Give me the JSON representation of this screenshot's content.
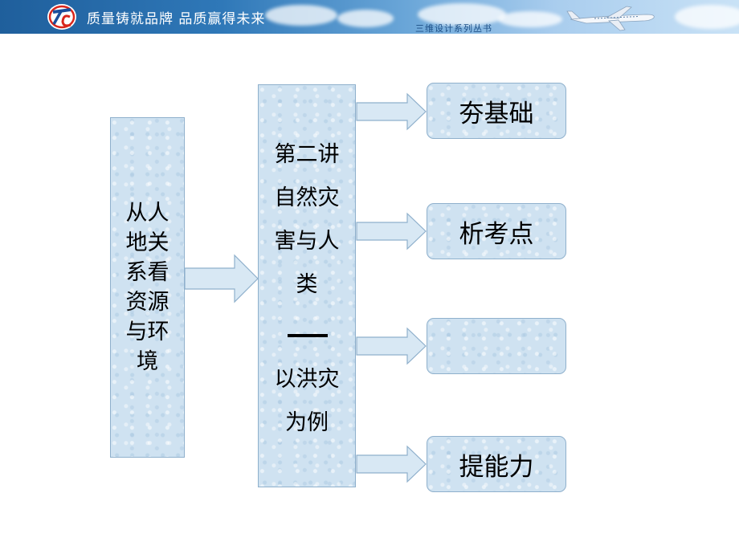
{
  "header": {
    "slogan": "质量铸就品牌 品质赢得未来",
    "series": "三维设计系列丛书",
    "logo_icon": "tc-logo-icon",
    "plane_icon": "airplane-icon"
  },
  "diagram": {
    "left_box": "从人地关系看资源与环境",
    "center_title": "第二讲自然灾害与人类",
    "center_sub": "以洪灾为例",
    "right_boxes": [
      "夯基础",
      "析考点",
      "",
      "提能力"
    ]
  },
  "colors": {
    "box_fill": "#cfe2f1",
    "box_border": "#8fb0cc",
    "header_dark": "#1f5f9c"
  }
}
